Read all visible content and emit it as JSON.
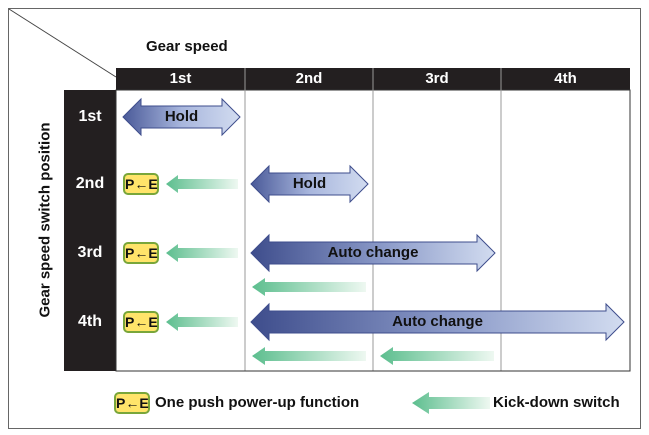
{
  "title": "Gear speed",
  "y_axis_label": "Gear speed switch position",
  "columns": [
    "1st",
    "2nd",
    "3rd",
    "4th"
  ],
  "rows": [
    "1st",
    "2nd",
    "3rd",
    "4th"
  ],
  "pe_badge": "P←E",
  "arrows": {
    "hold_1st": "Hold",
    "hold_2nd": "Hold",
    "auto_3rd": "Auto change",
    "auto_4th": "Auto change"
  },
  "legend": {
    "pe_text": "One push power-up function",
    "kickdown_text": "Kick-down switch"
  },
  "colors": {
    "header_bg": "#231f20",
    "blue_arrow_dark": "#3e4d8c",
    "blue_arrow_light": "#d2dcf0",
    "green_arrow_dark": "#5cbe8e",
    "green_arrow_light": "#eef8f1",
    "badge_fill": "#ffe46a",
    "badge_border": "#79a63a"
  },
  "icons": [
    "double-headed-blue-arrow",
    "left-green-arrow"
  ]
}
